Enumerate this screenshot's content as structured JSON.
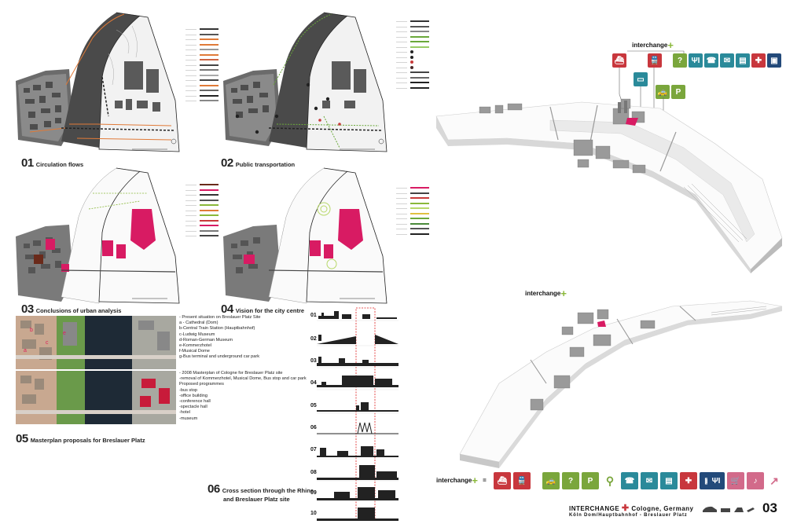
{
  "panels": {
    "p01": {
      "num": "01",
      "title": "Circulation flows"
    },
    "p02": {
      "num": "02",
      "title": "Public transportation"
    },
    "p03": {
      "num": "03",
      "title": "Conclusions of urban analysis"
    },
    "p04": {
      "num": "04",
      "title": "Vision for the city centre"
    },
    "p05": {
      "num": "05",
      "title": "Masterplan proposals for Breslauer Platz"
    },
    "p06": {
      "num": "06",
      "title_line1": "Cross section through the Rhine",
      "title_line2": "and Breslauer Platz site"
    }
  },
  "notes": {
    "present": [
      "- Present situation on Breslauer Platz Site",
      "a - Cathedral (Dom)",
      "b-Central Train Station (Hauptbahnhof)",
      "c-Ludwig Museum",
      "d-Roman-German Museum",
      "e-Kommerzhotel",
      "f-Musical Dome",
      "g-Bus terminal and underground car park"
    ],
    "proposal": [
      "- 2008 Masterplan of Cologne for Breslauer Platz site",
      "-removal of Kommerzhotel, Musical Dome, Bus stop and car park",
      "Proposed programmes",
      "-bus stop",
      "-office building",
      "-conference hall",
      "-spectacle hall",
      "-hotel",
      "-museum"
    ]
  },
  "cross_sections": [
    "01",
    "02",
    "03",
    "04",
    "05",
    "06",
    "07",
    "08",
    "09",
    "10"
  ],
  "interchange": {
    "label": "interchange",
    "plus": "+",
    "equals": "="
  },
  "footer": {
    "title": "INTERCHANGE",
    "city": "Cologne, Germany",
    "subtitle": "Köln Dom/Hauptbahnhof - Breslauer Platz",
    "page": "03"
  },
  "colors": {
    "accent_pink": "#d81b63",
    "accent_green": "#8ab83a",
    "river_gray": "#4a4a4a",
    "icon_red": "#c8373d",
    "icon_green": "#7aa63c",
    "icon_teal": "#2a8a9a",
    "icon_navy": "#234a7a",
    "icon_pink": "#d26a8a"
  },
  "icons_top": [
    "ship-icon",
    "train-icon",
    "info-icon",
    "restaurant-icon",
    "phone-icon",
    "mail-icon",
    "internet-icon",
    "first-aid-icon",
    "luggage-icon",
    "bus-icon",
    "taxi-icon",
    "parking-icon"
  ],
  "icons_bottom": [
    "ship-icon",
    "train-icon",
    "taxi-icon",
    "info-icon",
    "parking-icon",
    "bicycle-icon",
    "phone-icon",
    "mail-icon",
    "internet-icon",
    "first-aid-icon",
    "luggage-icon",
    "restaurant-icon",
    "shopping-icon",
    "leisure-icon",
    "chart-icon"
  ]
}
